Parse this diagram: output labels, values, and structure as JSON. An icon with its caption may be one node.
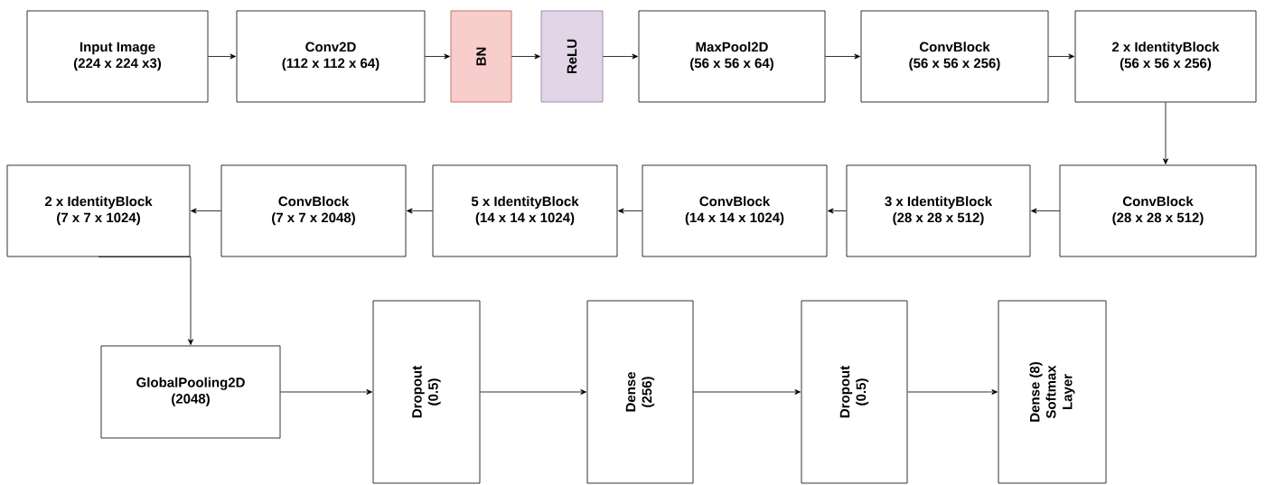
{
  "diagram": {
    "nodes": [
      {
        "text": [
          "Input Image",
          "(224 x 224 x3)"
        ]
      },
      {
        "text": [
          "Conv2D",
          "(112 x 112 x 64)"
        ]
      },
      {
        "text": [
          "BN"
        ]
      },
      {
        "text": [
          "ReLU"
        ]
      },
      {
        "text": [
          "MaxPool2D",
          "(56 x 56 x 64)"
        ]
      },
      {
        "text": [
          "ConvBlock",
          "(56 x 56 x 256)"
        ]
      },
      {
        "text": [
          "2 x IdentityBlock",
          "(56 x 56 x 256)"
        ]
      },
      {
        "text": [
          "ConvBlock",
          "(28 x 28 x 512)"
        ]
      },
      {
        "text": [
          "3 x IdentityBlock",
          "(28 x 28 x 512)"
        ]
      },
      {
        "text": [
          "ConvBlock",
          "(14 x 14 x 1024)"
        ]
      },
      {
        "text": [
          "5 x IdentityBlock",
          "(14 x 14 x 1024)"
        ]
      },
      {
        "text": [
          "ConvBlock",
          "(7 x 7 x 2048)"
        ]
      },
      {
        "text": [
          "2 x IdentityBlock",
          "(7 x 7 x 1024)"
        ]
      },
      {
        "text": [
          "GlobalPooling2D",
          "(2048)"
        ]
      },
      {
        "text": [
          "Dropout",
          "(0.5)"
        ]
      },
      {
        "text": [
          "Dense",
          "(256)"
        ]
      },
      {
        "text": [
          "Dropout",
          "(0.5)"
        ]
      },
      {
        "text": [
          "Dense (8) Softmax Layer"
        ]
      }
    ],
    "edges": [
      {
        "from": 0,
        "to": 1,
        "arrow": "to"
      },
      {
        "from": 1,
        "to": 2,
        "arrow": "to"
      },
      {
        "from": 2,
        "to": 3,
        "arrow": "to"
      },
      {
        "from": 3,
        "to": 4,
        "arrow": "to"
      },
      {
        "from": 4,
        "to": 5,
        "arrow": "to"
      },
      {
        "from": 5,
        "to": 6,
        "arrow": "to"
      },
      {
        "from": 6,
        "to": 7,
        "arrow": "to"
      },
      {
        "from": 7,
        "to": 8,
        "arrow": "to"
      },
      {
        "from": 8,
        "to": 9,
        "arrow": "to"
      },
      {
        "from": 9,
        "to": 10,
        "arrow": "to"
      },
      {
        "from": 10,
        "to": 11,
        "arrow": "to"
      },
      {
        "from": 11,
        "to": 12,
        "arrow": "to"
      },
      {
        "from": 12,
        "to": 13,
        "arrow": "to"
      },
      {
        "from": 13,
        "to": 14,
        "arrow": "to"
      },
      {
        "from": 14,
        "to": 15,
        "arrow": "to"
      },
      {
        "from": 15,
        "to": 16,
        "arrow": "to"
      },
      {
        "from": 16,
        "to": 17,
        "arrow": "to"
      }
    ]
  }
}
